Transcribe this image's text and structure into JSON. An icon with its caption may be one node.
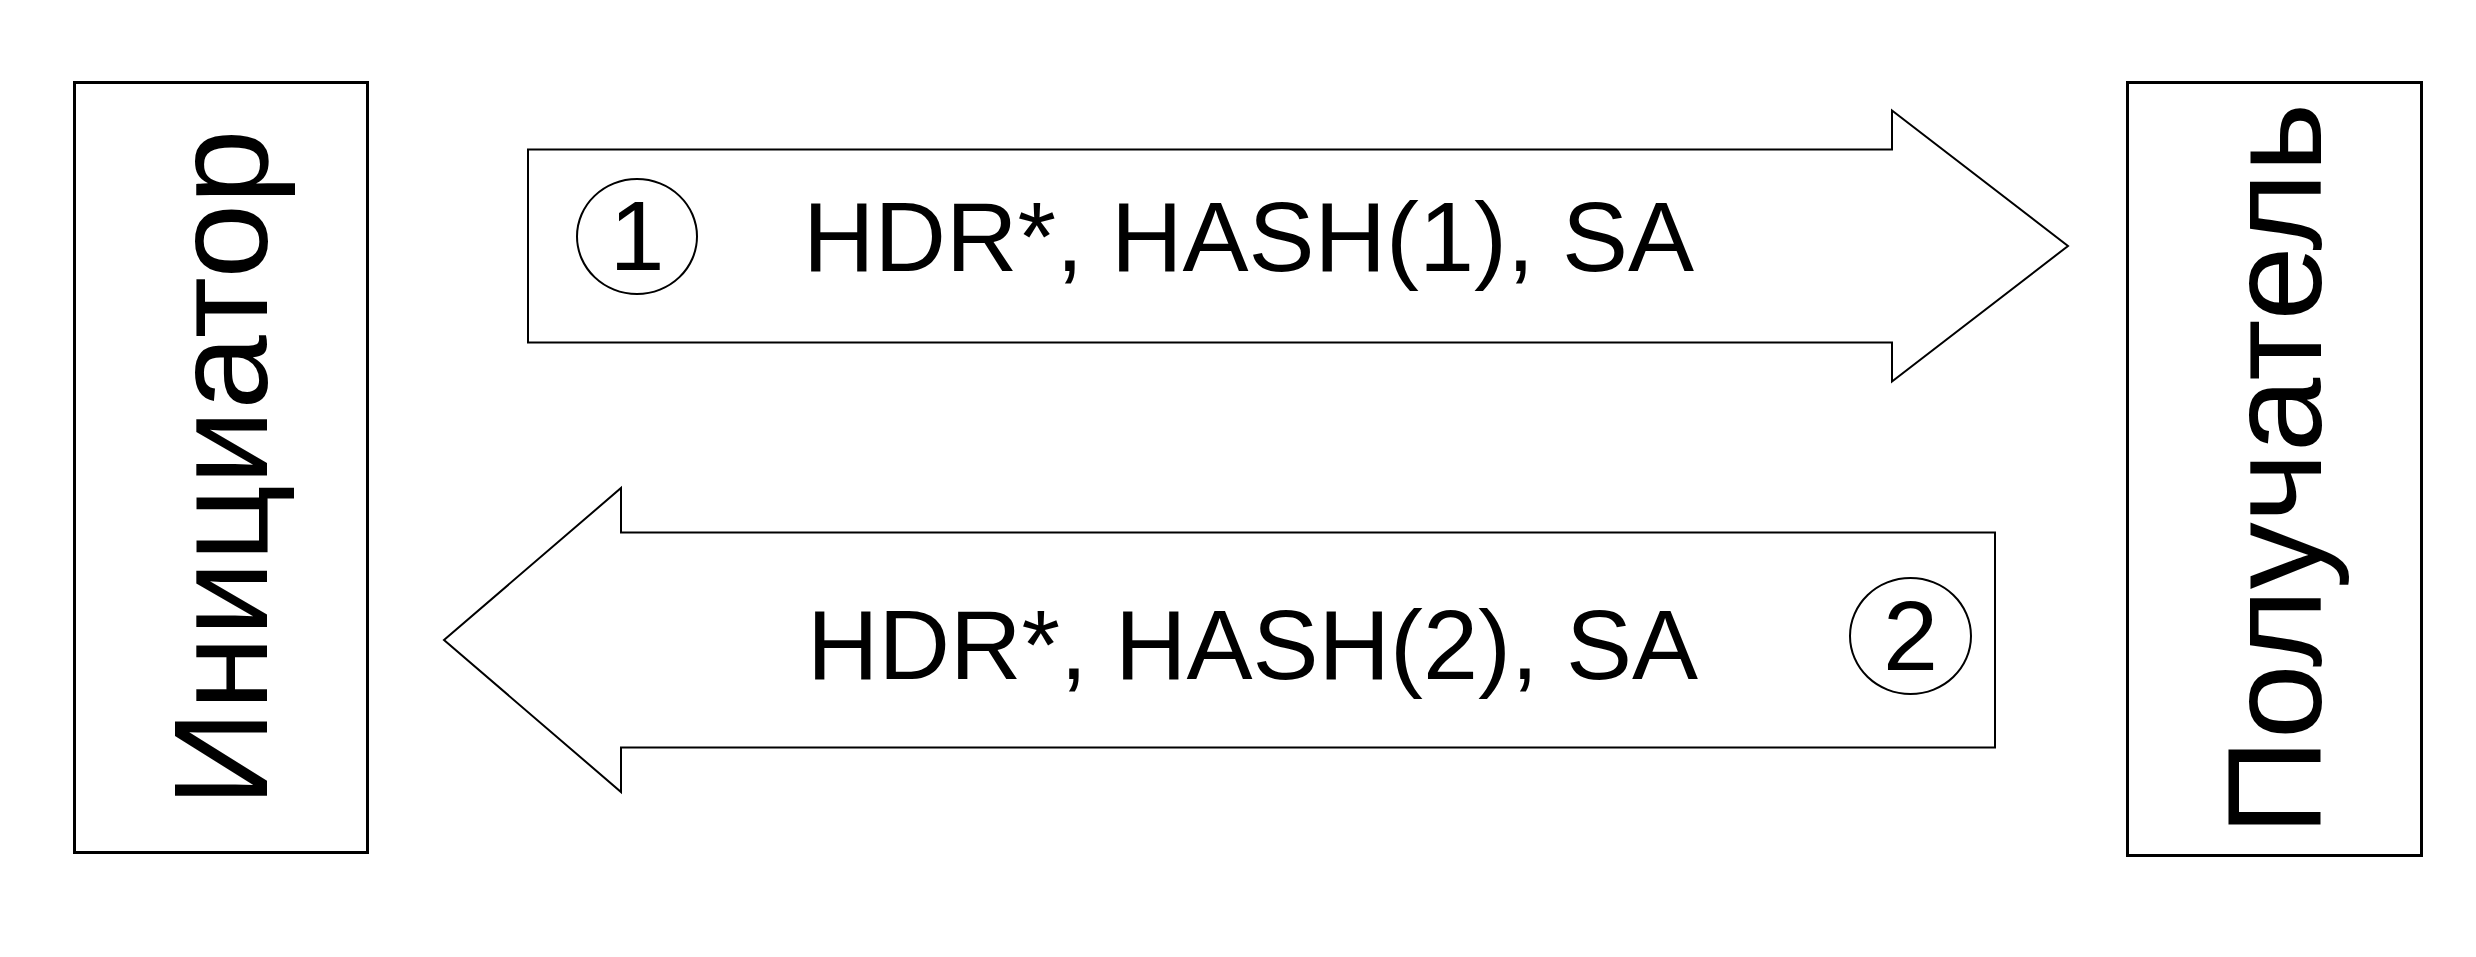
{
  "diagram": {
    "nodes": [
      {
        "text": [
          "Инициатор"
        ]
      },
      {
        "text": [
          "1"
        ]
      },
      {
        "text": [
          "Получатель"
        ]
      },
      {
        "text": [
          "2"
        ]
      }
    ],
    "edges": [
      {
        "from": 0,
        "to": 2,
        "arrow": "to",
        "label": "HDR*, HASH(1), SA"
      },
      {
        "from": 2,
        "to": 0,
        "arrow": "to",
        "label": "HDR*, HASH(2), SA"
      }
    ]
  }
}
